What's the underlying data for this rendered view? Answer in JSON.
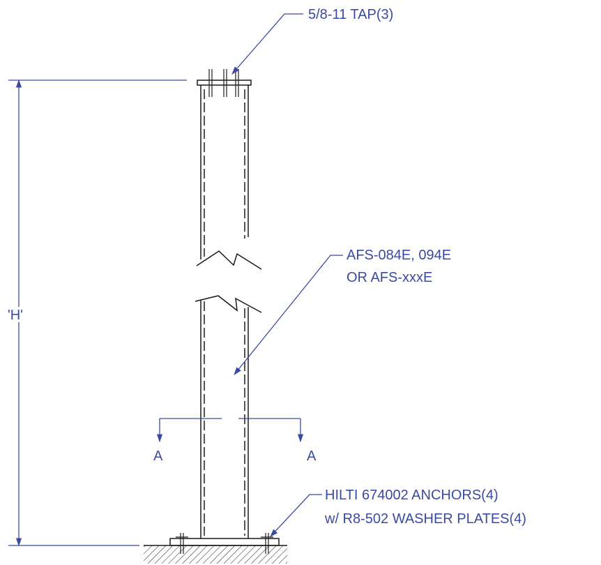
{
  "labels": {
    "tap": "5/8-11 TAP(3)",
    "post_line1": "AFS-084E, 094E",
    "post_line2": "OR AFS-xxxE",
    "height": "'H'",
    "section_left": "A",
    "section_right": "A",
    "anchor_line1": "HILTI 674002 ANCHORS(4)",
    "anchor_line2": "w/ R8-502 WASHER PLATES(4)"
  },
  "colors": {
    "annotation": "#3a4aa0",
    "geometry": "#1a1a1a"
  }
}
